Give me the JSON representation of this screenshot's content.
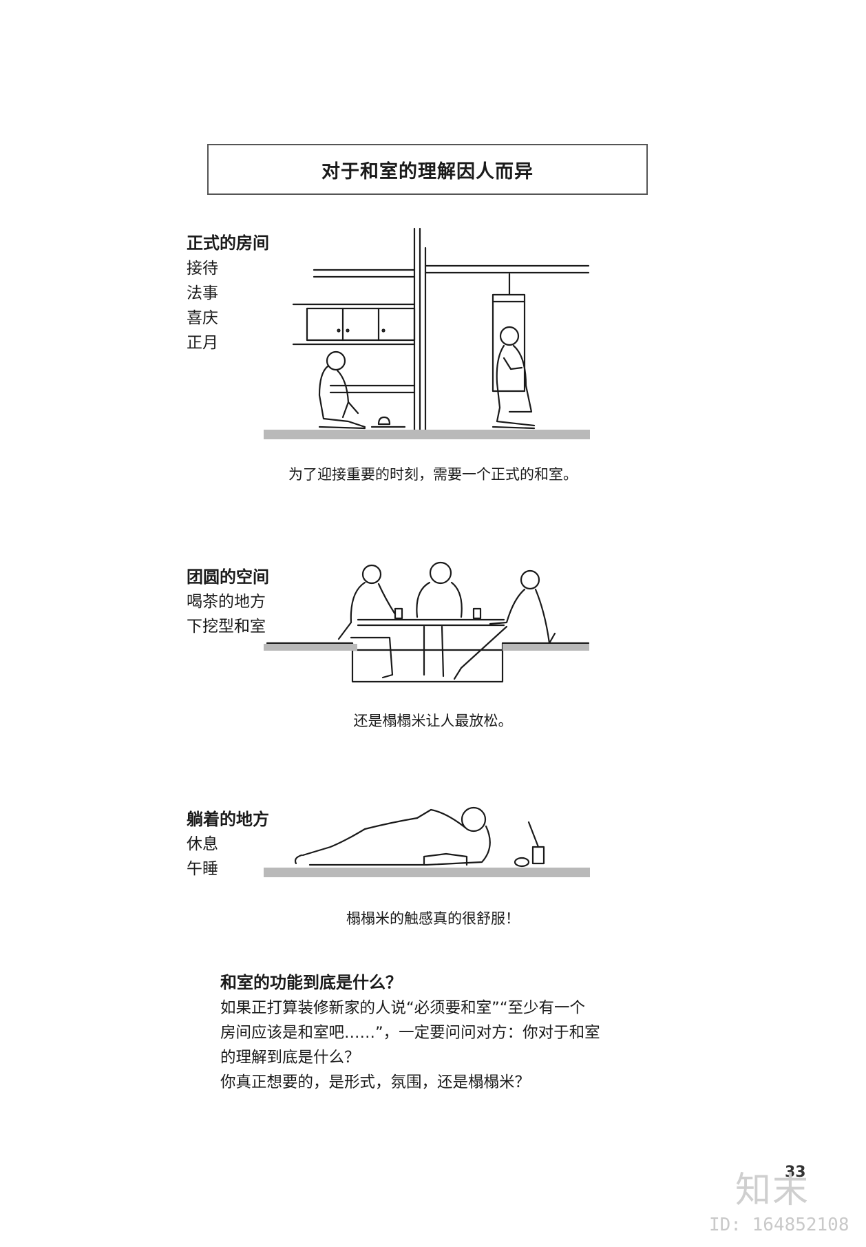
{
  "title": "对于和室的理解因人而异",
  "sections": [
    {
      "heading": "正式的房间",
      "items": [
        "接待",
        "法事",
        "喜庆",
        "正月"
      ],
      "caption": "为了迎接重要的时刻，需要一个正式的和室。"
    },
    {
      "heading": "团圆的空间",
      "items": [
        "喝茶的地方",
        "下挖型和室"
      ],
      "caption": "还是榻榻米让人最放松。"
    },
    {
      "heading": "躺着的地方",
      "items": [
        "休息",
        "午睡"
      ],
      "caption": "榻榻米的触感真的很舒服！"
    }
  ],
  "question": {
    "title": "和室的功能到底是什么？",
    "lines": [
      "如果正打算装修新家的人说“必须要和室”“至少有一个",
      "房间应该是和室吧……”，一定要问问对方：你对于和室",
      "的理解到底是什么？",
      "你真正想要的，是形式，氛围，还是榻榻米？"
    ]
  },
  "page_number": "33",
  "watermark": {
    "logo": "知末",
    "id": "ID: 164852108"
  }
}
